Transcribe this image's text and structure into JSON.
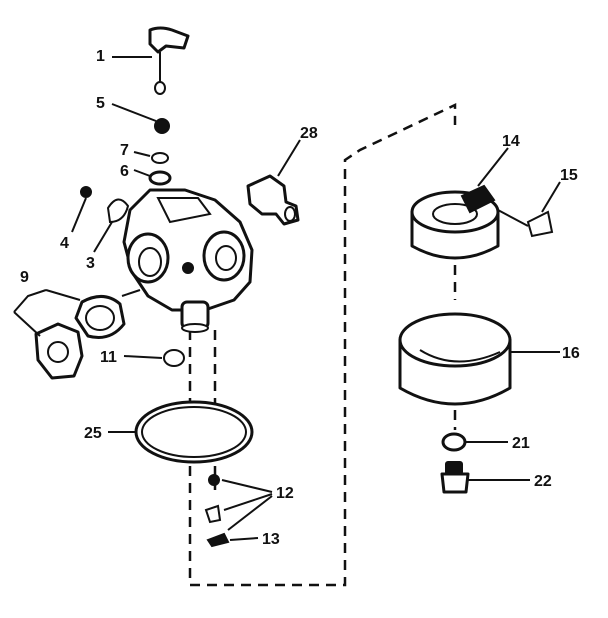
{
  "colors": {
    "ink": "#111111",
    "paper": "#ffffff"
  },
  "callouts": {
    "c1": "1",
    "c5": "5",
    "c7": "7",
    "c6": "6",
    "c4": "4",
    "c3": "3",
    "c9": "9",
    "c28": "28",
    "c14": "14",
    "c15": "15",
    "c11": "11",
    "c16": "16",
    "c25": "25",
    "c21": "21",
    "c22": "22",
    "c12": "12",
    "c13": "13"
  }
}
